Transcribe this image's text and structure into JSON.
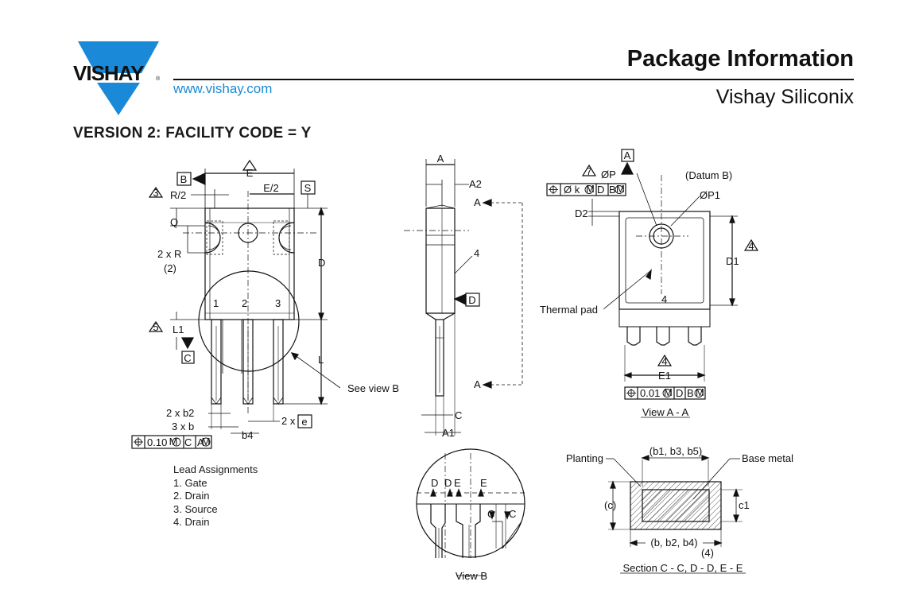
{
  "header": {
    "brand": "VISHAY",
    "url": "www.vishay.com",
    "title": "Package Information",
    "subtitle": "Vishay Siliconix",
    "brand_color": "#1a8ad8"
  },
  "version_heading": "VERSION 2: FACILITY CODE = Y",
  "front_view": {
    "datum_b": "B",
    "dim_e": "E",
    "dim_e_half": "E/2",
    "note_3": "3",
    "r_half": "R/2",
    "datum_s": "S",
    "dim_q": "Q",
    "two_x_r": "2 x R",
    "two_paren": "(2)",
    "dim_d": "D",
    "pin1": "1",
    "pin2": "2",
    "pin3": "3",
    "note_5": "5",
    "dim_l1": "L1",
    "datum_c": "C",
    "dim_l": "L",
    "see_view_b": "See view B",
    "two_x_b2": "2 x b2",
    "three_x_b": "3 x b",
    "dim_b4": "b4",
    "two_x": "2 x",
    "e_box": "e",
    "tol_value": "0.10",
    "tol_ref1": "C",
    "tol_ref2": "A"
  },
  "side_view": {
    "dim_a": "A",
    "dim_a2": "A2",
    "section_a_top": "A",
    "label_4": "4",
    "datum_d": "D",
    "section_a_bottom": "A",
    "dim_c": "C",
    "dim_a1": "A1"
  },
  "view_aa": {
    "datum_a": "A",
    "note_7": "7",
    "dim_p": "ØP",
    "datum_b_label": "(Datum B)",
    "fcf_k": "Ø k",
    "fcf_d": "D",
    "fcf_b": "B",
    "dim_p1": "ØP1",
    "dim_d2": "D2",
    "dim_d1": "D1",
    "note_4": "4",
    "pad_4": "4",
    "thermal_pad": "Thermal pad",
    "note_4b": "4",
    "dim_e1": "E1",
    "tol_value": "0.01",
    "tol_d": "D",
    "tol_b": "B",
    "caption": "View A - A"
  },
  "lead_assignments": {
    "heading": "Lead Assignments",
    "items": [
      "1. Gate",
      "2. Drain",
      "3. Source",
      "4. Drain"
    ]
  },
  "view_b": {
    "d": "D",
    "d2": "D",
    "e": "E",
    "e2": "E",
    "c1": "C",
    "c2": "C",
    "caption": "View B"
  },
  "section": {
    "plating": "Planting",
    "b135": "(b1, b3, b5)",
    "base_metal": "Base metal",
    "c_paren": "(c)",
    "c1": "c1",
    "b24": "(b, b2, b4)",
    "four": "(4)",
    "caption": "Section C - C, D - D, E - E"
  }
}
